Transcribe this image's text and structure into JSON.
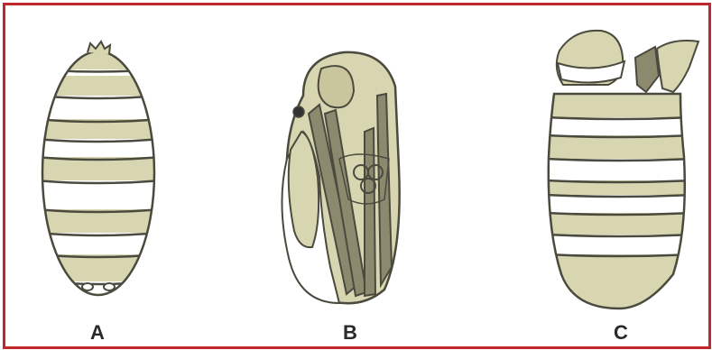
{
  "figure": {
    "colors": {
      "frame": "#c0282c",
      "tan": "#d8d6b0",
      "outline": "#4a4a3e",
      "white": "#ffffff",
      "dark": "#8c8a6e"
    },
    "panels": [
      {
        "label": "A",
        "icon": "larva-icon"
      },
      {
        "label": "B",
        "icon": "pupa-icon"
      },
      {
        "label": "C",
        "icon": "puparium-icon"
      }
    ]
  }
}
